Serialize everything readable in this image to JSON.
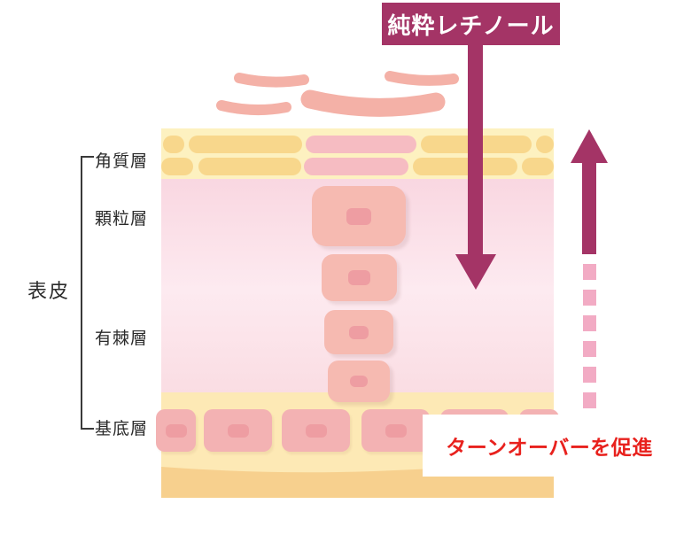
{
  "title": {
    "text": "純粋レチノール"
  },
  "caption": {
    "text": "ターンオーバーを促進"
  },
  "labels": {
    "epidermis": "表皮",
    "stratum_corneum": "角質層",
    "granular_layer": "顆粒層",
    "spinous_layer": "有棘層",
    "basal_layer": "基底層"
  },
  "icons": {
    "down_arrow": "arrow-down-solid",
    "up_arrow": "arrow-up-solid-with-dashed-tail"
  },
  "colors": {
    "accent": "#a43466",
    "dash_pink": "#f2abc4",
    "caption_red": "#e8211d",
    "label_color": "#2b2b2b",
    "flake_pink": "#f4b1a7",
    "cell_pink": "#f6bab1",
    "basal_pink": "#f3b2b3",
    "nucleus_pink": "#ee9da2",
    "corneum_bg": "#fdf1c0",
    "capsule_yellow": "#f8d78c",
    "capsule_pink": "#f6bcc2",
    "epi_top": "#f9d7e1",
    "epi_mid": "#fdeaf0",
    "epi_bot": "#fadde3",
    "lower_band": "#fde9b5",
    "dermis": "#f7d08e"
  }
}
